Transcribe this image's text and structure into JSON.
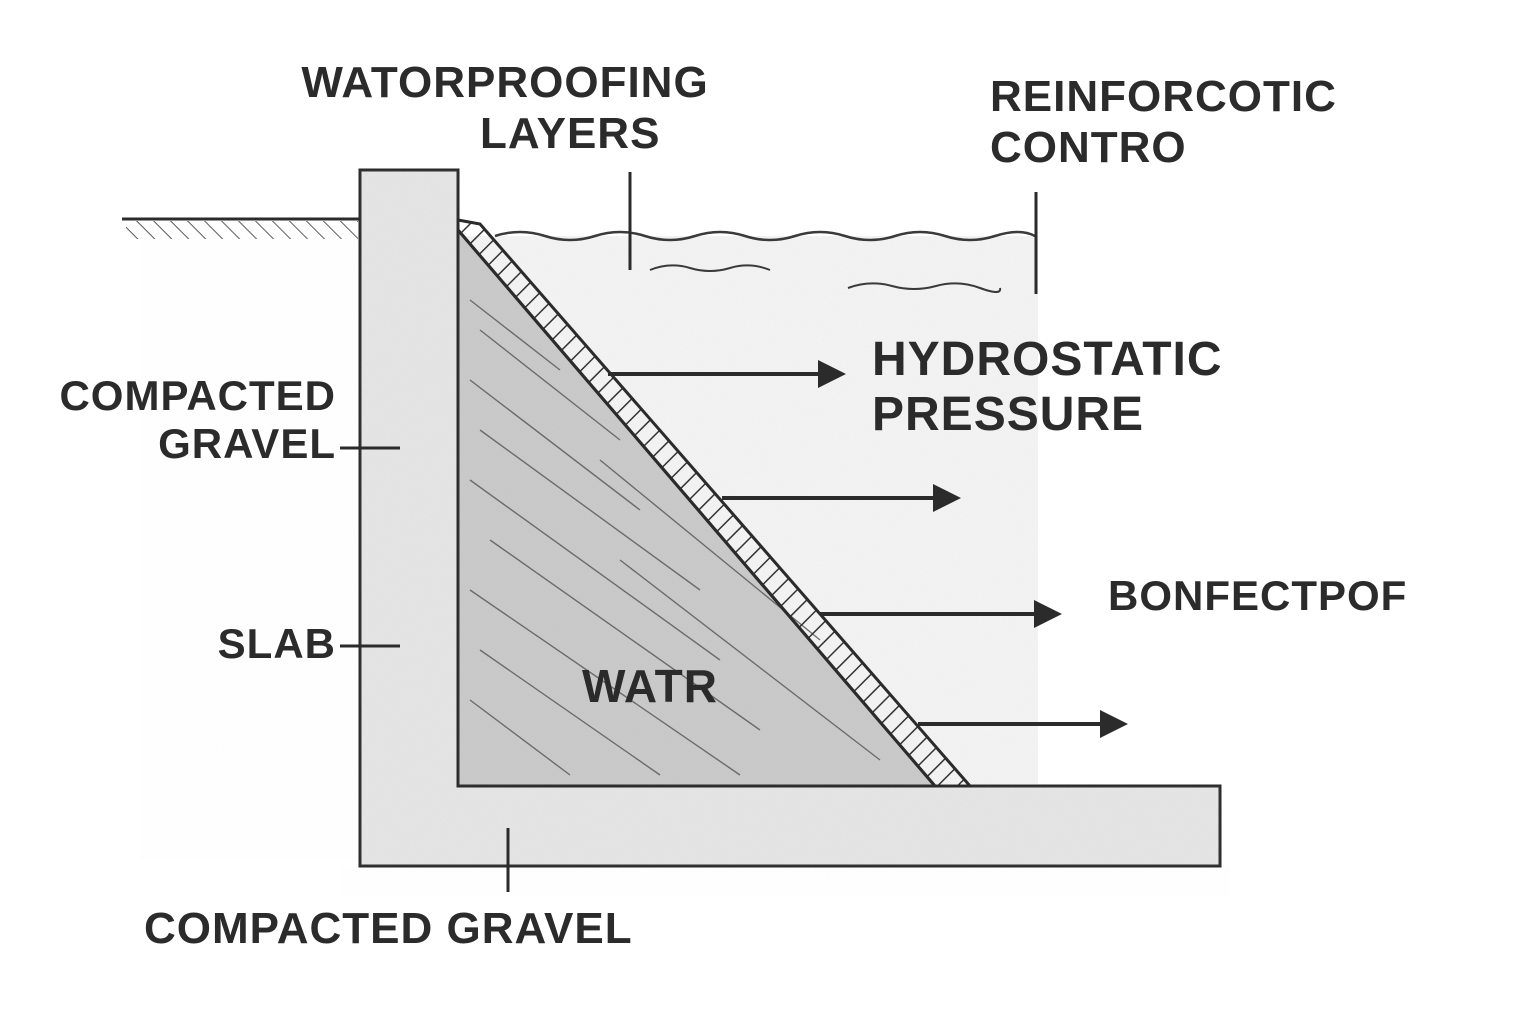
{
  "labels": {
    "waterproofing_line1": "WATORPROOFING",
    "waterproofing_line2": "LAYERS",
    "reinforcotic_line1": "REINFORCOTIC",
    "reinforcotic_line2": "CONTRO",
    "hydrostatic_line1": "HYDROSTATIC",
    "hydrostatic_line2": "PRESSURE",
    "bonfectpof": "BONFECTPOF",
    "compacted_gravel_left_line1": "COMPACTED",
    "compacted_gravel_left_line2": "GRAVEL",
    "slab": "SLAB",
    "watr": "WATR",
    "compacted_gravel_bottom": "COMPACTED GRAVEL"
  },
  "colors": {
    "ink": "#2b2b2b",
    "concrete": "#e7e7e7",
    "water": "#f2f2f2",
    "wedge": "#c8c8c8",
    "membrane": "#555555"
  }
}
